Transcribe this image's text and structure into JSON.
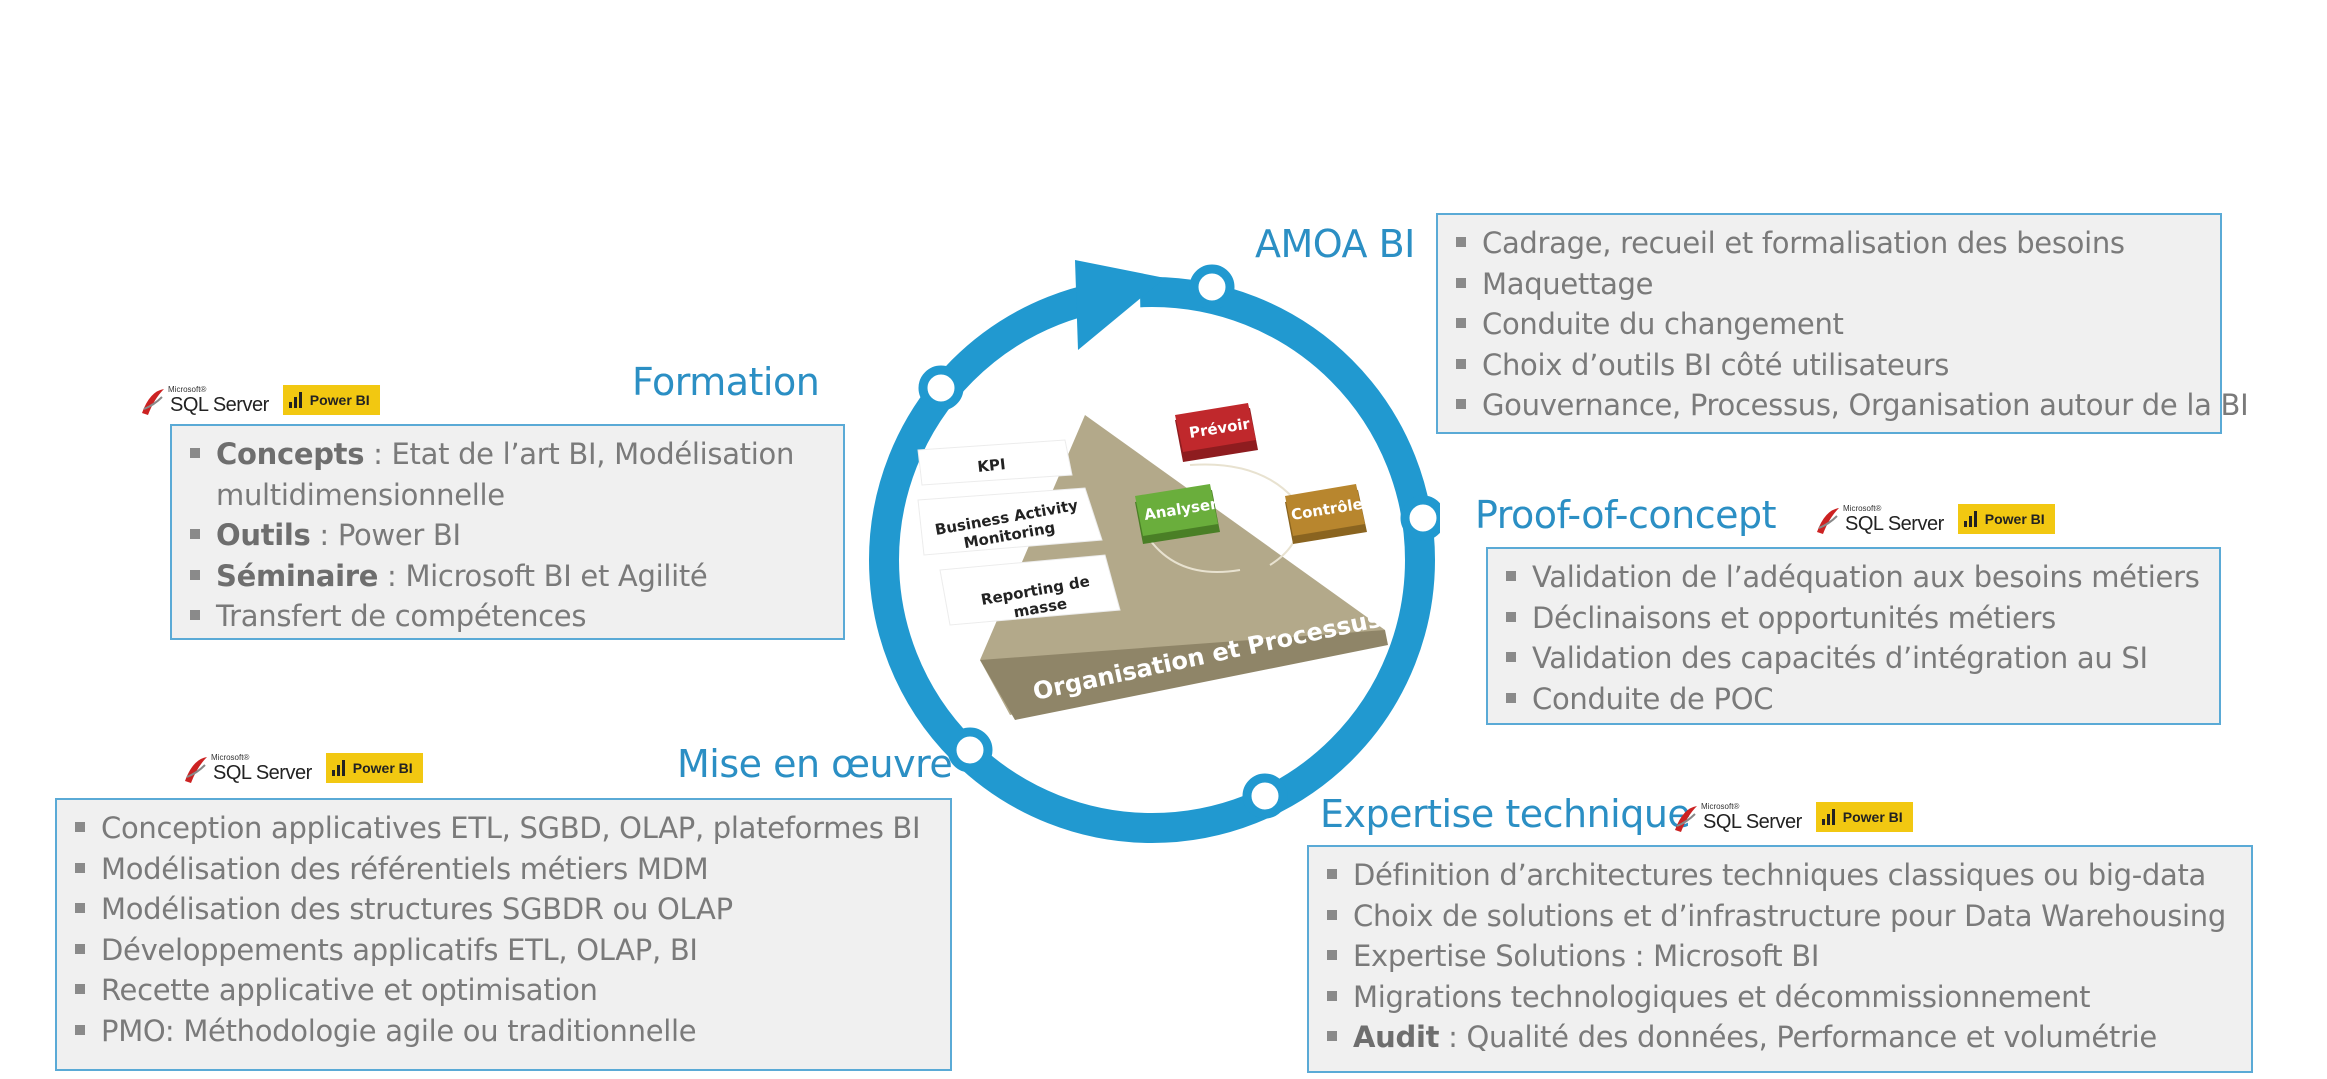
{
  "sections": {
    "amoa": {
      "title": "AMOA BI",
      "items": [
        "Cadrage, recueil et formalisation des besoins",
        "Maquettage",
        "Conduite du changement",
        "Choix d’outils BI côté utilisateurs",
        "Gouvernance, Processus, Organisation autour de la BI"
      ]
    },
    "formation": {
      "title": "Formation",
      "items": [
        {
          "bold": "Concepts",
          "text": " : Etat de l’art BI, Modélisation multidimensionnelle"
        },
        {
          "bold": "Outils",
          "text": " : Power BI"
        },
        {
          "bold": "Séminaire",
          "text": " : Microsoft BI et Agilité"
        },
        {
          "bold": "",
          "text": "Transfert de compétences"
        }
      ]
    },
    "poc": {
      "title": "Proof-of-concept",
      "items": [
        "Validation de l’adéquation aux besoins métiers",
        "Déclinaisons et opportunités métiers",
        "Validation des capacités d’intégration au SI",
        "Conduite de POC"
      ]
    },
    "mise": {
      "title": "Mise en œuvre",
      "items": [
        "Conception applicatives ETL, SGBD, OLAP, plateformes BI",
        "Modélisation des référentiels métiers MDM",
        "Modélisation des structures SGBDR ou OLAP",
        "Développements applicatifs ETL, OLAP, BI",
        "Recette applicative et optimisation",
        "PMO:  Méthodologie agile ou traditionnelle"
      ]
    },
    "expertise": {
      "title": "Expertise technique",
      "items": [
        {
          "bold": "",
          "text": "Définition d’architectures techniques classiques ou big-data"
        },
        {
          "bold": "",
          "text": "Choix de solutions et d’infrastructure pour Data Warehousing"
        },
        {
          "bold": "",
          "text": "Expertise Solutions : Microsoft BI"
        },
        {
          "bold": "",
          "text": "Migrations technologiques et décommissionnement"
        },
        {
          "bold": "Audit",
          "text": " : Qualité des données, Performance et volumétrie"
        }
      ]
    }
  },
  "logos": {
    "microsoft": "Microsoft®",
    "sql_server": "SQL Server",
    "power_bi": "Power BI"
  },
  "pyramid": {
    "base": "Organisation et Processus",
    "left_labels": [
      "KPI",
      "Business Activity Monitoring",
      "Reporting de masse"
    ],
    "buttons": {
      "prevoir": "Prévoir",
      "analyser": "Analyser",
      "controler": "Contrôler"
    },
    "colors": {
      "prevoir": "#c0282c",
      "analyser": "#6aae3c",
      "controler": "#b8862e",
      "pyramid": "#b3a98a"
    }
  },
  "cycle_color": "#2199d0"
}
